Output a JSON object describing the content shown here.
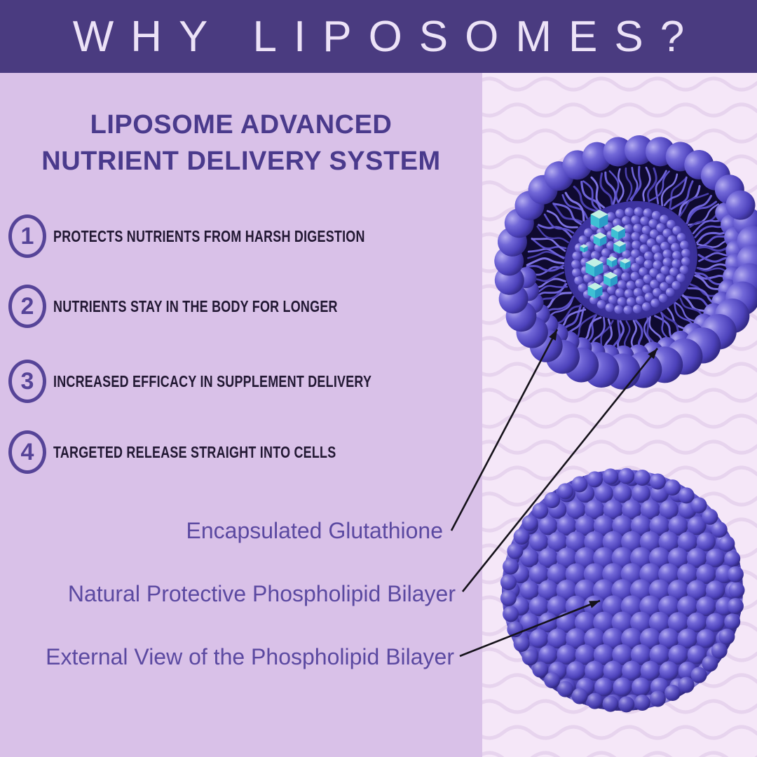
{
  "banner": {
    "title": "WHY LIPOSOMES?"
  },
  "intro": {
    "heading_line1": "LIPOSOME ADVANCED",
    "heading_line2": "NUTRIENT DELIVERY SYSTEM"
  },
  "benefits": [
    {
      "number": "1",
      "text": "PROTECTS NUTRIENTS FROM HARSH DIGESTION"
    },
    {
      "number": "2",
      "text": "NUTRIENTS STAY IN THE BODY FOR LONGER"
    },
    {
      "number": "3",
      "text": "INCREASED EFFICACY IN SUPPLEMENT DELIVERY"
    },
    {
      "number": "4",
      "text": "TARGETED RELEASE STRAIGHT INTO CELLS"
    }
  ],
  "callouts": [
    {
      "label": "Encapsulated Glutathione"
    },
    {
      "label": "Natural Protective Phospholipid Bilayer"
    },
    {
      "label": "External View of the Phospholipid Bilayer"
    }
  ],
  "illustrations": [
    {
      "name": "liposome-cross-section-image",
      "meaning": "cutaway liposome with encapsulated glutathione crystals"
    },
    {
      "name": "liposome-external-sphere-image",
      "meaning": "external view of phospholipid bilayer sphere"
    }
  ],
  "colors": {
    "banner_bg": "#4a3b80",
    "banner_text": "#ece2f7",
    "left_panel_bg": "#d9c1e8",
    "right_panel_bg": "#f5e7f8",
    "wave_line": "#e7d4ee",
    "heading_text": "#4a3a8c",
    "benefit_text": "#221833",
    "number_circle": "#564498",
    "callout_text": "#5b49a1",
    "connector_line": "#15121a",
    "liposome_bead": "#5a4fc4",
    "glutathione_crystal": "#3ec0d4"
  }
}
